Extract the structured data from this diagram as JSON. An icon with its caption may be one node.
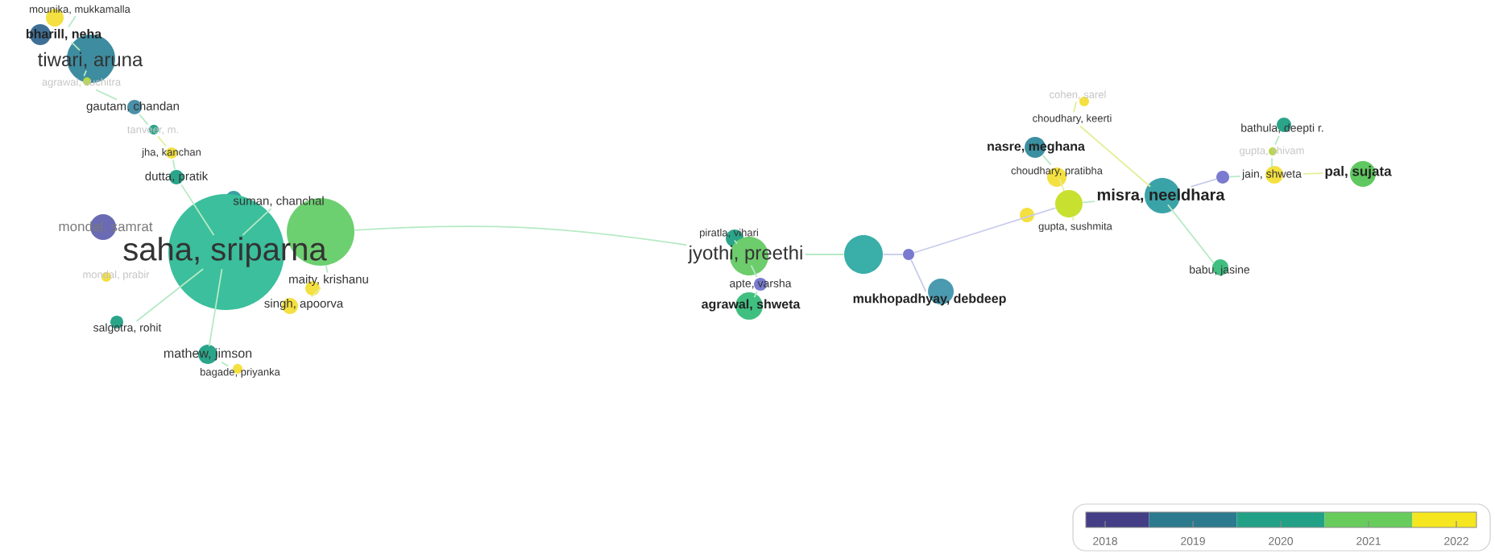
{
  "diagram": {
    "nodes": [
      {
        "text": [
          "mounika, mukkamalla"
        ]
      },
      {
        "text": [
          "bharill, neha"
        ]
      },
      {
        "text": [
          "tiwari, aruna"
        ]
      },
      {
        "text": [
          "agrawal, suchitra"
        ]
      },
      {
        "text": [
          "gautam, chandan"
        ]
      },
      {
        "text": [
          "tanveer, m."
        ]
      },
      {
        "text": [
          "jha, kanchan"
        ]
      },
      {
        "text": [
          "dutta, pratik"
        ]
      },
      {
        "text": [
          "suman, chanchal"
        ]
      },
      {
        "text": [
          "mondal, samrat"
        ]
      },
      {
        "text": [
          "saha, sriparna"
        ]
      },
      {
        "text": [
          "mondal, prabir"
        ]
      },
      {
        "text": [
          "maity, krishanu"
        ]
      },
      {
        "text": [
          "singh, apoorva"
        ]
      },
      {
        "text": [
          "salgotra, rohit"
        ]
      },
      {
        "text": [
          "mathew, jimson"
        ]
      },
      {
        "text": [
          "bagade, priyanka"
        ]
      },
      {
        "text": [],
        "shape": "circle"
      },
      {
        "text": [
          "piratla, vihari"
        ]
      },
      {
        "text": [
          "jyothi, preethi"
        ]
      },
      {
        "text": [
          "apte, varsha"
        ]
      },
      {
        "text": [
          "agrawal, shweta"
        ]
      },
      {
        "text": [],
        "shape": "circle"
      },
      {
        "text": [],
        "shape": "circle"
      },
      {
        "text": [
          "mukhopadhyay, debdeep"
        ]
      },
      {
        "text": [
          "cohen, sarel"
        ]
      },
      {
        "text": [
          "choudhary, keerti"
        ]
      },
      {
        "text": [
          "nasre, meghana"
        ]
      },
      {
        "text": [
          "choudhary, pratibha"
        ]
      },
      {
        "text": [],
        "shape": "circle"
      },
      {
        "text": [
          "gupta, sushmita"
        ]
      },
      {
        "text": [
          "misra, neeldhara"
        ]
      },
      {
        "text": [],
        "shape": "circle"
      },
      {
        "text": [
          "bathula, deepti r."
        ]
      },
      {
        "text": [
          "gupta, shivam"
        ]
      },
      {
        "text": [
          "jain, shweta"
        ]
      },
      {
        "text": [
          "pal, sujata"
        ]
      },
      {
        "text": [
          "babu, jasine"
        ]
      }
    ],
    "edges": [
      {
        "from": 1,
        "to": 0,
        "arrow": "none"
      },
      {
        "from": 2,
        "to": 1,
        "arrow": "none"
      },
      {
        "from": 2,
        "to": 3,
        "arrow": "none"
      },
      {
        "from": 3,
        "to": 4,
        "arrow": "none"
      },
      {
        "from": 4,
        "to": 5,
        "arrow": "none"
      },
      {
        "from": 5,
        "to": 6,
        "arrow": "none",
        "color": "#e6ee9a"
      },
      {
        "from": 6,
        "to": 7,
        "arrow": "none"
      },
      {
        "from": 7,
        "to": 10,
        "arrow": "none"
      },
      {
        "from": 8,
        "to": 10,
        "arrow": "none"
      },
      {
        "from": 14,
        "to": 10,
        "arrow": "none"
      },
      {
        "from": 15,
        "to": 10,
        "arrow": "none"
      },
      {
        "from": 16,
        "to": 15,
        "arrow": "none"
      },
      {
        "from": 12,
        "to": 17,
        "arrow": "none"
      },
      {
        "from": 13,
        "to": 12,
        "arrow": "none",
        "color": "#e6ee9a"
      },
      {
        "from": 17,
        "to": 19,
        "arrow": "none"
      },
      {
        "from": 18,
        "to": 19,
        "arrow": "none"
      },
      {
        "from": 19,
        "to": 20,
        "arrow": "none"
      },
      {
        "from": 20,
        "to": 21,
        "arrow": "none"
      },
      {
        "from": 19,
        "to": 22,
        "arrow": "none"
      },
      {
        "from": 22,
        "to": 23,
        "arrow": "none",
        "color": "#c8cbeb"
      },
      {
        "from": 23,
        "to": 24,
        "arrow": "none",
        "color": "#c8cbeb"
      },
      {
        "from": 23,
        "to": 29,
        "arrow": "none",
        "color": "#c8cbeb"
      },
      {
        "from": 29,
        "to": 28,
        "arrow": "none",
        "color": "#e6ee9a"
      },
      {
        "from": 29,
        "to": 30,
        "arrow": "none",
        "color": "#e6ee9a"
      },
      {
        "from": 29,
        "to": 31,
        "arrow": "none"
      },
      {
        "from": 27,
        "to": 28,
        "arrow": "none"
      },
      {
        "from": 26,
        "to": 31,
        "arrow": "none",
        "color": "#e6ee9a"
      },
      {
        "from": 25,
        "to": 26,
        "arrow": "none",
        "color": "#e6ee9a"
      },
      {
        "from": 31,
        "to": 32,
        "arrow": "none",
        "color": "#c8cbeb"
      },
      {
        "from": 32,
        "to": 35,
        "arrow": "none"
      },
      {
        "from": 35,
        "to": 36,
        "arrow": "none",
        "color": "#e6ee9a"
      },
      {
        "from": 35,
        "to": 34,
        "arrow": "none"
      },
      {
        "from": 34,
        "to": 33,
        "arrow": "none"
      },
      {
        "from": 31,
        "to": 37,
        "arrow": "none"
      }
    ],
    "legend": [
      {
        "text": "2018",
        "color": "#433e85"
      },
      {
        "text": "2019",
        "color": "#2c7a8d"
      },
      {
        "text": "2020",
        "color": "#22a187"
      },
      {
        "text": "2021",
        "color": "#68cc5c"
      },
      {
        "text": "2022",
        "color": "#f5e61f"
      }
    ]
  }
}
